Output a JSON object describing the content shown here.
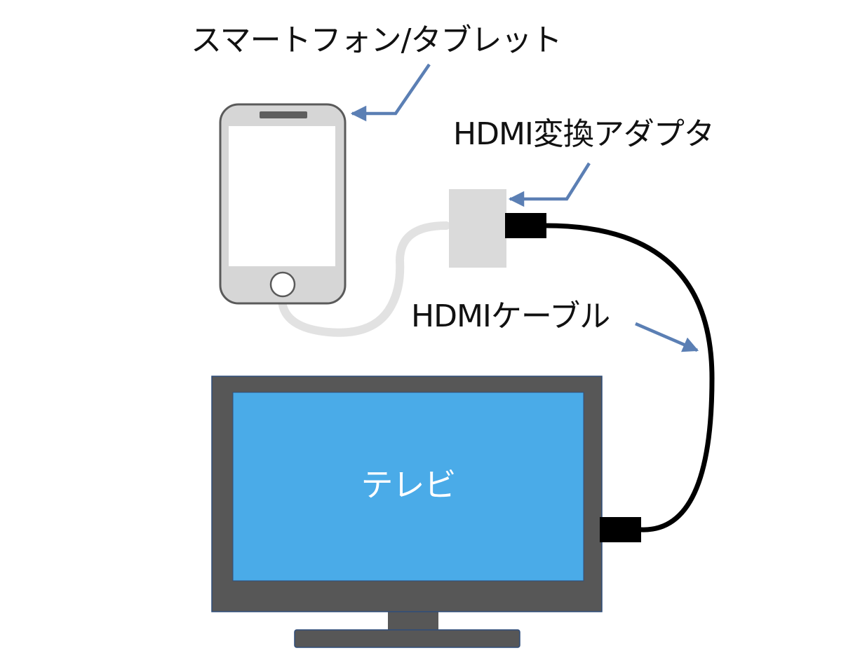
{
  "labels": {
    "phone": "スマートフォン/タブレット",
    "adapter": "HDMI変換アダプタ",
    "cable": "HDMIケーブル",
    "tv": "テレビ"
  },
  "colors": {
    "arrow": "#5b7fb4",
    "tv_body": "#575757",
    "tv_screen": "#4aabe8",
    "tv_border": "#2f4d7a",
    "phone_body": "#d6d6d6",
    "phone_outline": "#5a5a5a",
    "phone_screen": "#ffffff",
    "adapter": "#dadada",
    "lightning_cable": "#e2e2e2",
    "hdmi_cable": "#000000"
  }
}
